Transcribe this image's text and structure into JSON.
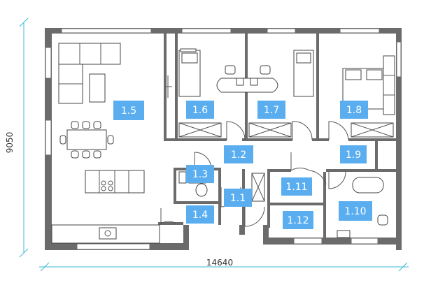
{
  "dimensions": {
    "width": "14640",
    "height": "9050"
  },
  "rooms": [
    {
      "id": "1.1",
      "label": "1.1"
    },
    {
      "id": "1.2",
      "label": "1.2"
    },
    {
      "id": "1.3",
      "label": "1.3"
    },
    {
      "id": "1.4",
      "label": "1.4"
    },
    {
      "id": "1.5",
      "label": "1.5"
    },
    {
      "id": "1.6",
      "label": "1.6"
    },
    {
      "id": "1.7",
      "label": "1.7"
    },
    {
      "id": "1.8",
      "label": "1.8"
    },
    {
      "id": "1.9",
      "label": "1.9"
    },
    {
      "id": "1.10",
      "label": "1.10"
    },
    {
      "id": "1.11",
      "label": "1.11"
    },
    {
      "id": "1.12",
      "label": "1.12"
    }
  ],
  "colors": {
    "label_bg": "#5aaef0",
    "wall": "#6b6b6b",
    "dimension_line": "#3fb8d8"
  }
}
